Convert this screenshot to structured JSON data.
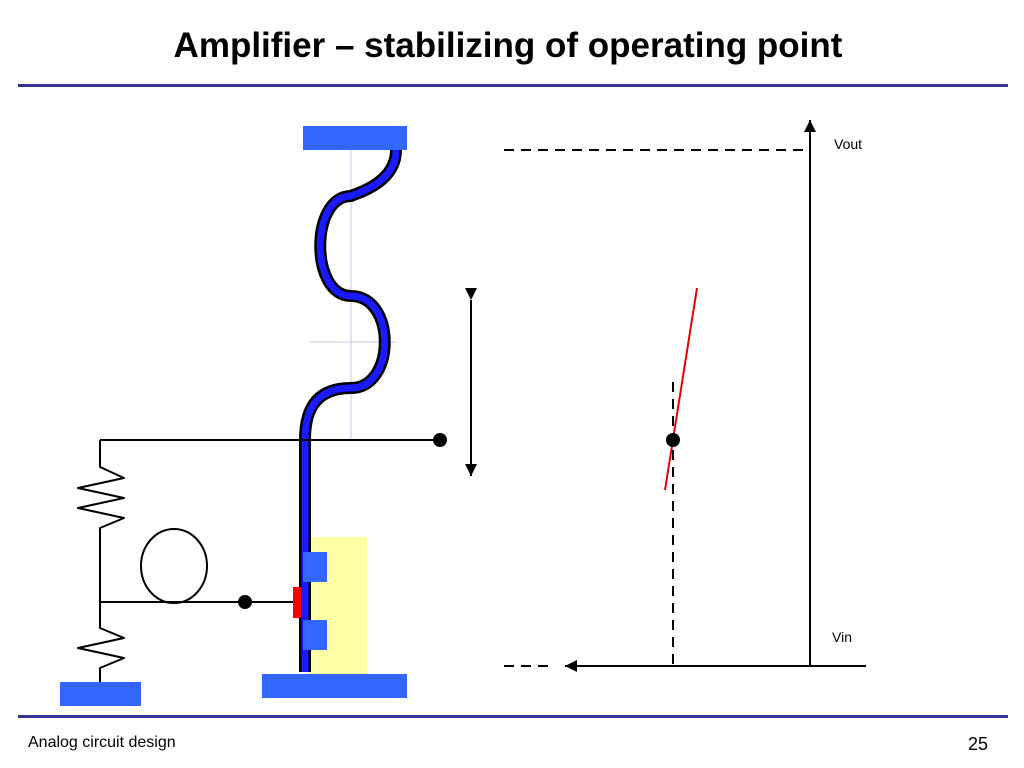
{
  "slide": {
    "title": "Amplifier – stabilizing of operating point",
    "footer_text": "Analog circuit design",
    "page_number": "25"
  },
  "graph": {
    "y_axis_label": "Vout",
    "x_axis_label": "Vin"
  },
  "colors": {
    "rule": "#333399",
    "metal": "#3366ff",
    "wire_fill": "#1a1aff",
    "gate": "#ff0000",
    "well": "#ffffa6",
    "tangent": "#e60000"
  }
}
